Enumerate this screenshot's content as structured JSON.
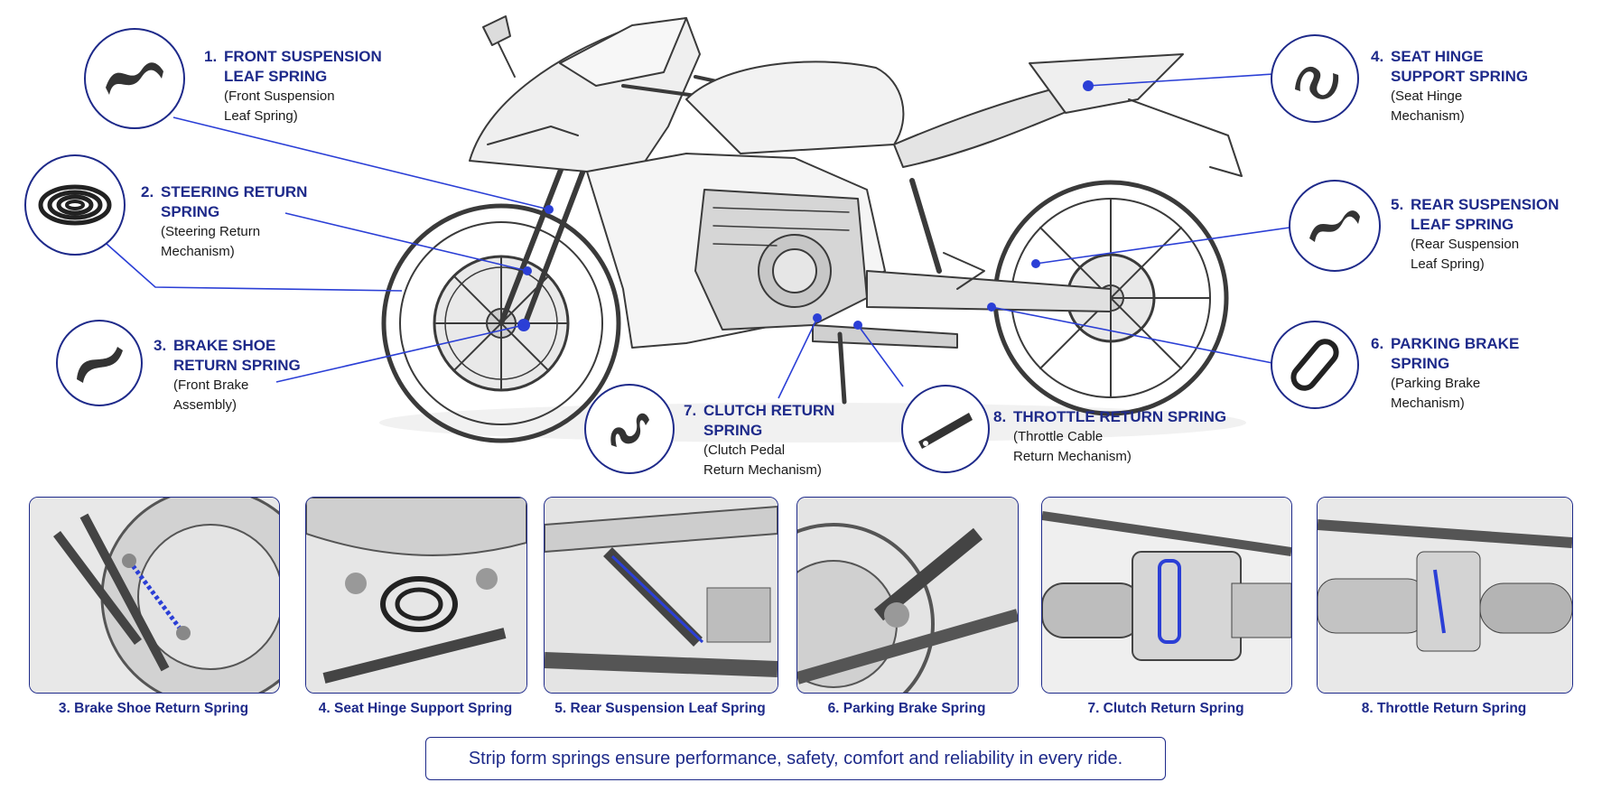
{
  "callouts": [
    {
      "num": "1.",
      "title": "FRONT SUSPENSION\nLEAF SPRING",
      "sub": "(Front Suspension\nLeaf Spring)"
    },
    {
      "num": "2.",
      "title": "STEERING RETURN\nSPRING",
      "sub": "(Steering Return\nMechanism)"
    },
    {
      "num": "3.",
      "title": "BRAKE SHOE\nRETURN SPRING",
      "sub": "(Front Brake\nAssembly)"
    },
    {
      "num": "4.",
      "title": "SEAT HINGE\nSUPPORT SPRING",
      "sub": "(Seat Hinge\nMechanism)"
    },
    {
      "num": "5.",
      "title": "REAR SUSPENSION\nLEAF SPRING",
      "sub": "(Rear Suspension\nLeaf Spring)"
    },
    {
      "num": "6.",
      "title": "PARKING BRAKE\nSPRING",
      "sub": "(Parking Brake\nMechanism)"
    },
    {
      "num": "7.",
      "title": "CLUTCH RETURN\nSPRING",
      "sub": "(Clutch Pedal\nReturn Mechanism)"
    },
    {
      "num": "8.",
      "title": "THROTTLE RETURN SPRING",
      "sub": "(Throttle Cable\nReturn Mechanism)"
    }
  ],
  "detail_captions": [
    "3. Brake Shoe Return Spring",
    "4. Seat Hinge Support Spring",
    "5. Rear Suspension Leaf Spring",
    "6. Parking Brake Spring",
    "7. Clutch Return Spring",
    "8. Throttle Return Spring"
  ],
  "banner": "Strip form springs ensure performance, safety, comfort and reliability in every ride.",
  "colors": {
    "accent": "#1e2a8a",
    "sketch": "#3a3a3a",
    "highlight": "#2b3fd6"
  },
  "icons": [
    "strip-spring-icon",
    "coil-spring-icon",
    "loop-spring-icon",
    "flat-link-spring-icon"
  ]
}
